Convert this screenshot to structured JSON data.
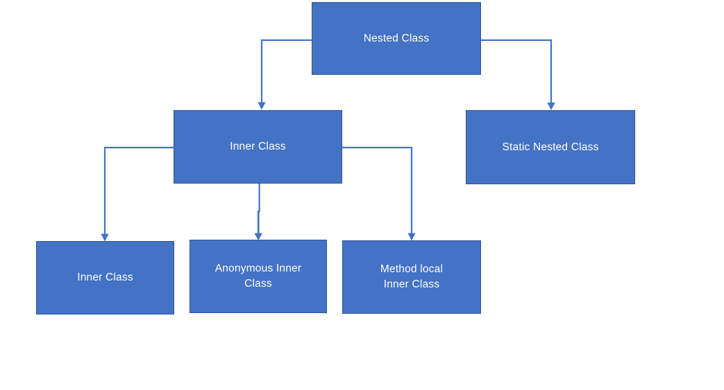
{
  "diagram": {
    "type": "hierarchy",
    "background": "#ffffff",
    "colors": {
      "node_fill": "#4472C4",
      "node_border": "#2F5597",
      "connector": "#4472C4",
      "node_text": "#FFFFFF",
      "background": "#FFFFFF"
    },
    "nodes": {
      "root": {
        "label": "Nested Class"
      },
      "inner": {
        "label": "Inner Class"
      },
      "staticNested": {
        "label": "Static Nested Class"
      },
      "innerChild": {
        "label": "Inner Class"
      },
      "anonymousInner": {
        "label": "Anonymous Inner Class"
      },
      "methodLocal": {
        "label": "Method local Inner Class"
      }
    },
    "edges": [
      {
        "from": "root",
        "to": "inner"
      },
      {
        "from": "root",
        "to": "staticNested"
      },
      {
        "from": "inner",
        "to": "innerChild"
      },
      {
        "from": "inner",
        "to": "anonymousInner"
      },
      {
        "from": "inner",
        "to": "methodLocal"
      }
    ]
  }
}
